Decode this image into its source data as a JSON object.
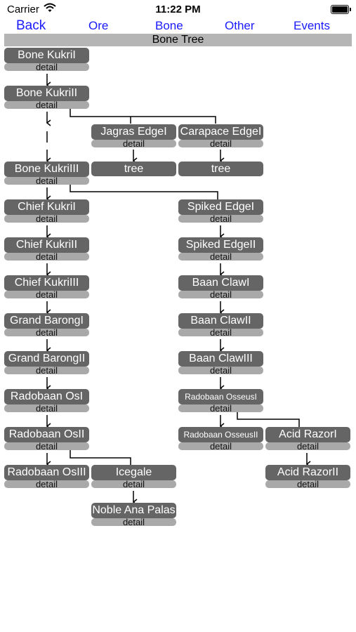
{
  "status": {
    "carrier": "Carrier",
    "time": "11:22 PM"
  },
  "nav": {
    "back": "Back",
    "ore": "Ore",
    "bone": "Bone",
    "other": "Other",
    "events": "Events"
  },
  "title": "Bone Tree",
  "detail_label": "detail",
  "tree_label": "tree",
  "nodes": {
    "bone_kukri_1": "Bone KukriI",
    "bone_kukri_2": "Bone KukriII",
    "bone_kukri_3": "Bone KukriIII",
    "chief_kukri_1": "Chief KukriI",
    "chief_kukri_2": "Chief KukriII",
    "chief_kukri_3": "Chief KukriIII",
    "grand_barong_1": "Grand BarongI",
    "grand_barong_2": "Grand BarongII",
    "radobaan_os_1": "Radobaan OsI",
    "radobaan_os_2": "Radobaan OsII",
    "radobaan_os_3": "Radobaan OsIII",
    "jagras_edge_1": "Jagras EdgeI",
    "carapace_edge_1": "Carapace EdgeI",
    "icegale": "Icegale",
    "noble_ana_palas": "Noble Ana Palas",
    "spiked_edge_1": "Spiked EdgeI",
    "spiked_edge_2": "Spiked EdgeII",
    "baan_claw_1": "Baan ClawI",
    "baan_claw_2": "Baan ClawII",
    "baan_claw_3": "Baan ClawIII",
    "radobaan_osseus_1": "Radobaan OsseusI",
    "radobaan_osseus_2": "Radobaan OsseusII",
    "acid_razor_1": "Acid RazorI",
    "acid_razor_2": "Acid RazorII"
  }
}
